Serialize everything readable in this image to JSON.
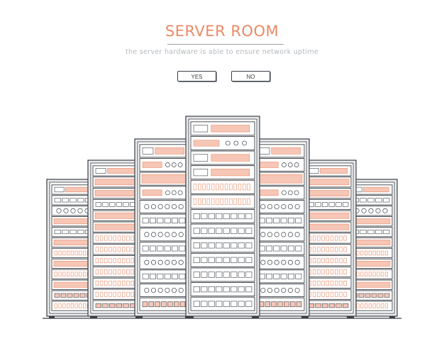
{
  "header": {
    "title": "SERVER ROOM",
    "subtitle": "the server hardware is able to ensure network uptime"
  },
  "buttons": {
    "yes_label": "YES",
    "no_label": "NO"
  },
  "illustration": {
    "subject": "server-racks",
    "rack_count": 7
  },
  "colors": {
    "accent": "#ea8a67",
    "accent_fill": "#f6c6b6",
    "outline": "#3a3f45",
    "panel": "#e9eaec",
    "subtitle": "#b4b8bd"
  }
}
